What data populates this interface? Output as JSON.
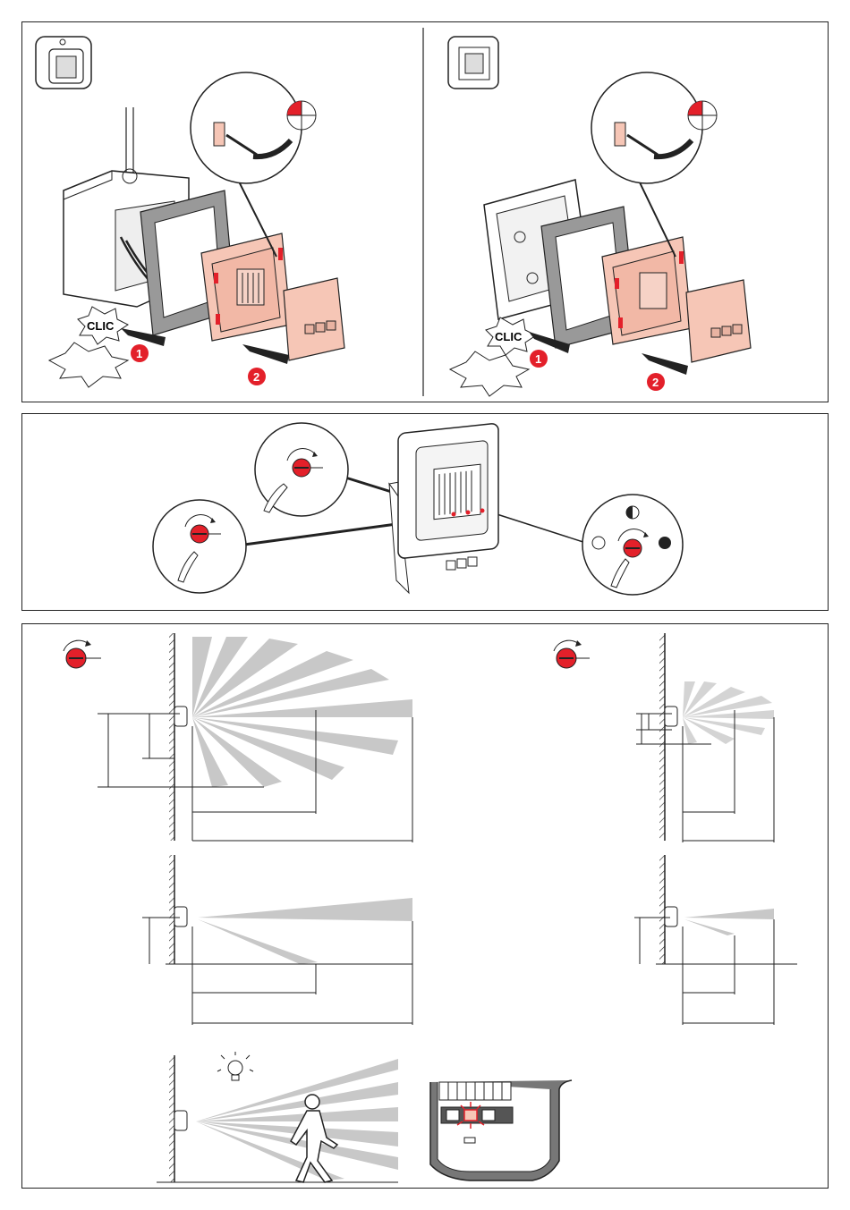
{
  "installation": {
    "left": {
      "clic_label": "CLIC",
      "step1": "1",
      "step2": "2",
      "variant": "surface-mount-box"
    },
    "right": {
      "clic_label": "CLIC",
      "step1": "1",
      "step2": "2",
      "variant": "flush-mount-plate"
    }
  },
  "settings": {
    "dial_time": "time-adjust-dial",
    "dial_sensitivity": "sensitivity-adjust-dial",
    "dial_light": "light-threshold-dial",
    "light_icons": [
      "white-circle-icon",
      "half-circle-icon",
      "black-circle-icon"
    ]
  },
  "detection": {
    "long_range": "long-range-setting",
    "short_range": "short-range-setting"
  },
  "colors": {
    "accent_red": "#e3202a",
    "module_pink": "#f6c6b6",
    "beam_gray": "#c8c8c8",
    "line": "#222222"
  }
}
